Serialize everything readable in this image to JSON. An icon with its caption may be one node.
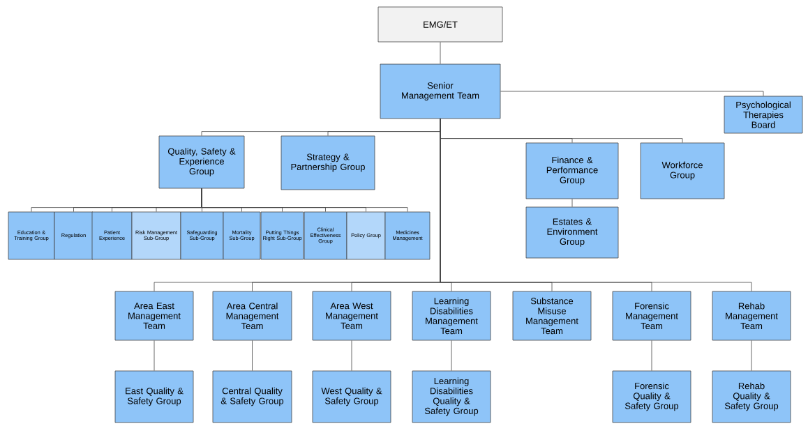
{
  "diagram": {
    "nodes": [
      {
        "text": [
          "EMG/ET"
        ]
      },
      {
        "text": [
          "Senior Management Team"
        ]
      },
      {
        "text": [
          "Psychological Therapies Board"
        ]
      },
      {
        "text": [
          "Quality, Safety & Experience Group"
        ]
      },
      {
        "text": [
          "Strategy & Partnership Group"
        ]
      },
      {
        "text": [
          "Finance & Performance Group"
        ]
      },
      {
        "text": [
          "Workforce Group"
        ]
      },
      {
        "text": [
          "Estates & Environment Group"
        ]
      },
      {
        "text": [
          "Education & Training Group"
        ]
      },
      {
        "text": [
          "Regulation"
        ]
      },
      {
        "text": [
          "Patient Experience"
        ]
      },
      {
        "text": [
          "Risk Management Sub-Group"
        ]
      },
      {
        "text": [
          "Safeguarding Sub-Group"
        ]
      },
      {
        "text": [
          "Mortality Sub-Group"
        ]
      },
      {
        "text": [
          "Putting Things Right Sub-Group"
        ]
      },
      {
        "text": [
          "Clinical Effectiveness Group"
        ]
      },
      {
        "text": [
          "Policy Group"
        ]
      },
      {
        "text": [
          "Medicines Management"
        ]
      },
      {
        "text": [
          "Area East Management Team"
        ]
      },
      {
        "text": [
          "Area Central Management Team"
        ]
      },
      {
        "text": [
          "Area West Management Team"
        ]
      },
      {
        "text": [
          "Learning Disabilities Management Team"
        ]
      },
      {
        "text": [
          "Substance Misuse Management Team"
        ]
      },
      {
        "text": [
          "Forensic Management Team"
        ]
      },
      {
        "text": [
          "Rehab Management Team"
        ]
      },
      {
        "text": [
          "East Quality & Safety Group"
        ]
      },
      {
        "text": [
          "Central Quality & Safety Group"
        ]
      },
      {
        "text": [
          "West Quality & Safety Group"
        ]
      },
      {
        "text": [
          "Learning Disabilities Quality & Safety Group"
        ]
      },
      {
        "text": [
          "Forensic Quality & Safety Group"
        ]
      },
      {
        "text": [
          "Rehab Quality & Safety Group"
        ]
      }
    ],
    "edges": [
      {
        "from": 0,
        "to": 1,
        "arrow": "none"
      },
      {
        "from": 1,
        "to": 2,
        "arrow": "none"
      },
      {
        "from": 1,
        "to": 3,
        "arrow": "none"
      },
      {
        "from": 1,
        "to": 4,
        "arrow": "none"
      },
      {
        "from": 1,
        "to": 5,
        "arrow": "none"
      },
      {
        "from": 1,
        "to": 6,
        "arrow": "none"
      },
      {
        "from": 5,
        "to": 7,
        "arrow": "none"
      },
      {
        "from": 3,
        "to": 8,
        "arrow": "none"
      },
      {
        "from": 3,
        "to": 9,
        "arrow": "none"
      },
      {
        "from": 3,
        "to": 10,
        "arrow": "none"
      },
      {
        "from": 3,
        "to": 11,
        "arrow": "none"
      },
      {
        "from": 3,
        "to": 12,
        "arrow": "none"
      },
      {
        "from": 3,
        "to": 13,
        "arrow": "none"
      },
      {
        "from": 3,
        "to": 14,
        "arrow": "none"
      },
      {
        "from": 3,
        "to": 15,
        "arrow": "none"
      },
      {
        "from": 3,
        "to": 16,
        "arrow": "none"
      },
      {
        "from": 3,
        "to": 17,
        "arrow": "none"
      },
      {
        "from": 1,
        "to": 18,
        "arrow": "none"
      },
      {
        "from": 1,
        "to": 19,
        "arrow": "none"
      },
      {
        "from": 1,
        "to": 20,
        "arrow": "none"
      },
      {
        "from": 1,
        "to": 21,
        "arrow": "none"
      },
      {
        "from": 1,
        "to": 22,
        "arrow": "none"
      },
      {
        "from": 1,
        "to": 23,
        "arrow": "none"
      },
      {
        "from": 1,
        "to": 24,
        "arrow": "none"
      },
      {
        "from": 18,
        "to": 25,
        "arrow": "none"
      },
      {
        "from": 19,
        "to": 26,
        "arrow": "none"
      },
      {
        "from": 20,
        "to": 27,
        "arrow": "none"
      },
      {
        "from": 21,
        "to": 28,
        "arrow": "none"
      },
      {
        "from": 23,
        "to": 29,
        "arrow": "none"
      },
      {
        "from": 24,
        "to": 30,
        "arrow": "none"
      }
    ]
  }
}
